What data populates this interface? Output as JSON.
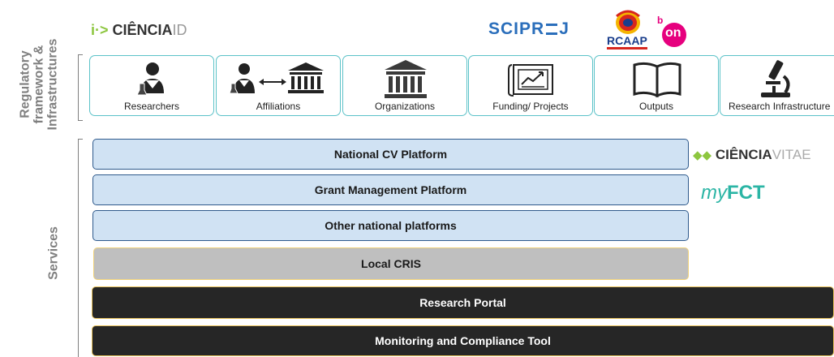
{
  "side_labels": {
    "regulatory_line1": "Regulatory",
    "regulatory_line2": "framework &",
    "regulatory_line3": "Infrastructures",
    "services": "Services"
  },
  "logos": {
    "ciencia_id_arrow": "i·>",
    "ciencia_id_main": "CIÊNCIA",
    "ciencia_id_suffix": "ID",
    "sciproj": "SCIPR",
    "sciproj_tail": "J",
    "rcaap": "RCAAP",
    "bon_b": "b",
    "bon_on": "on",
    "ciencia_vitae_main": "CIÊNCIA",
    "ciencia_vitae_suffix": "VITAE",
    "myfct_my": "my",
    "myfct_fct": "FCT"
  },
  "cards": [
    {
      "label": "Researchers",
      "icon": "researcher-icon"
    },
    {
      "label": "Affiliations",
      "icon": "affiliation-icon"
    },
    {
      "label": "Organizations",
      "icon": "institution-icon"
    },
    {
      "label": "Funding/ Projects",
      "icon": "chart-icon"
    },
    {
      "label": "Outputs",
      "icon": "book-icon"
    },
    {
      "label": "Research Infrastructure",
      "icon": "microscope-icon"
    }
  ],
  "services": [
    {
      "label": "National CV Platform",
      "style": "blue"
    },
    {
      "label": "Grant Management Platform",
      "style": "blue"
    },
    {
      "label": "Other national platforms",
      "style": "blue"
    },
    {
      "label": "Local CRIS",
      "style": "grey"
    },
    {
      "label": "Research Portal",
      "style": "black"
    },
    {
      "label": "Monitoring and Compliance Tool",
      "style": "black"
    }
  ],
  "colors": {
    "card_border": "#5bc2c8",
    "blue_fill": "#d0e2f3",
    "blue_border": "#2f5a8c",
    "gold_border": "#e8c25c",
    "dark_fill": "#262626",
    "ciencia_green": "#8dc63f",
    "sciproj_blue": "#2a6ebb",
    "rcaap_red": "#d7261e",
    "bon_pink": "#e6007e",
    "myfct_teal": "#2bb5a5"
  }
}
